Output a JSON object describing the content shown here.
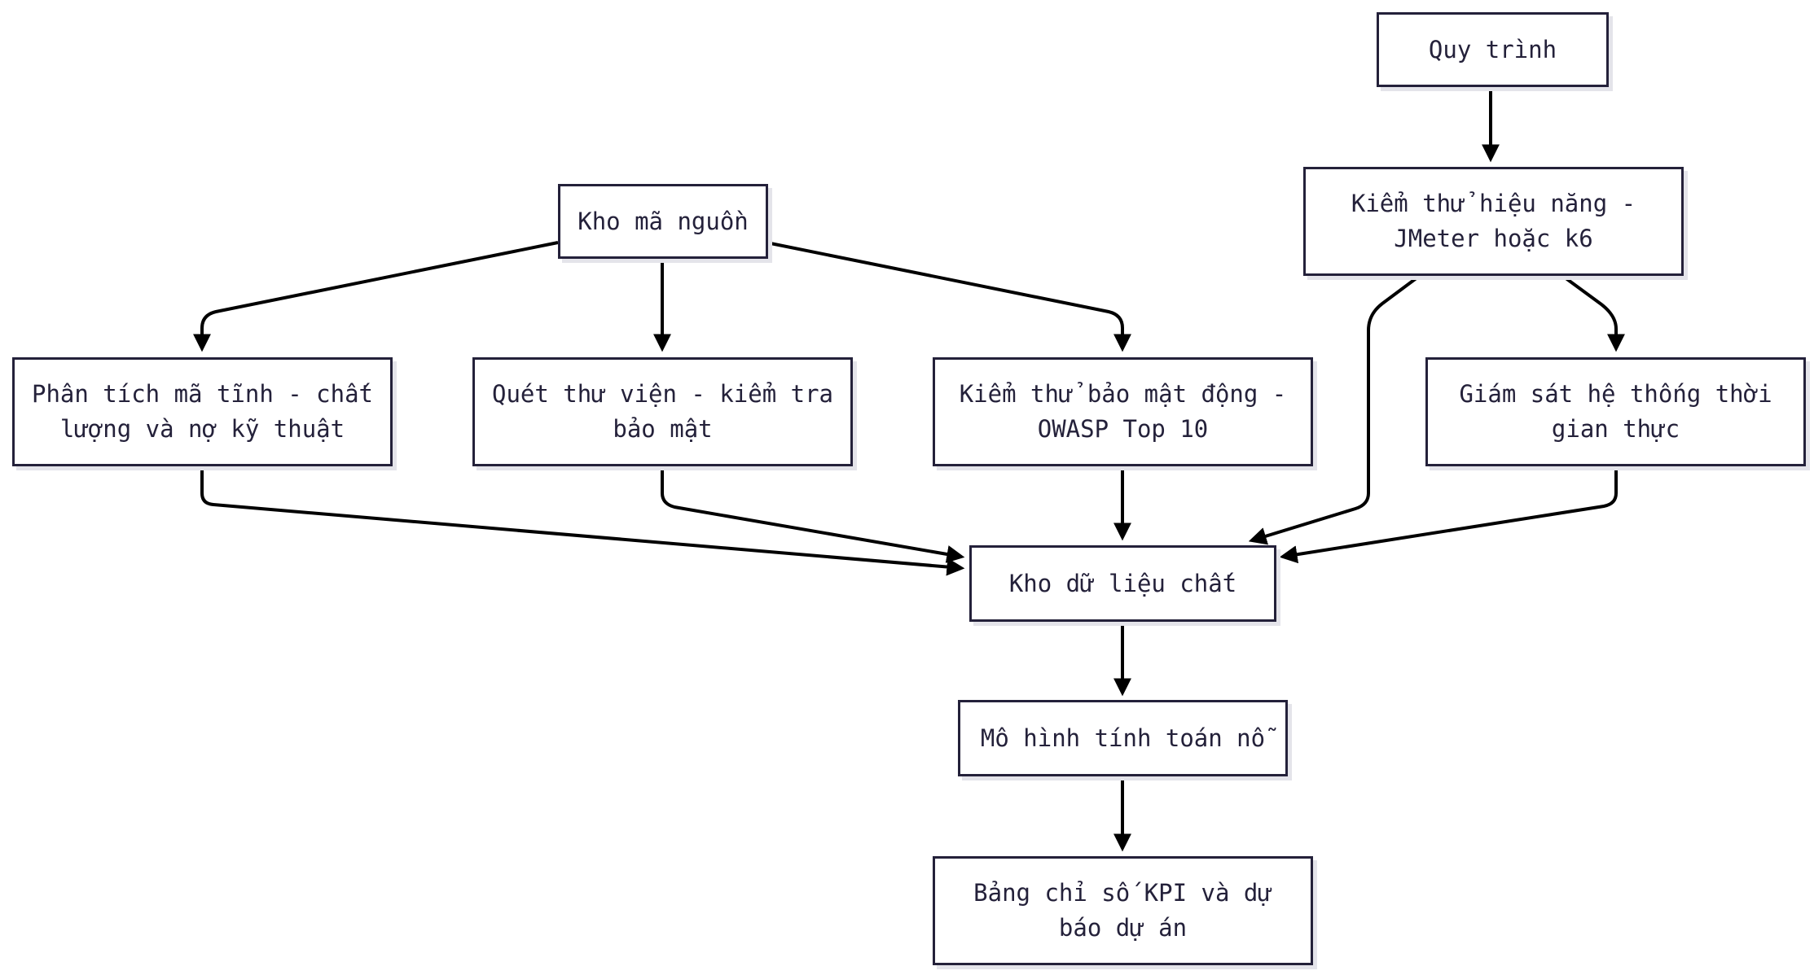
{
  "diagram": {
    "nodes": {
      "quy_trinh": "Quy trình",
      "kiem_thu_hieu_nang": "Kiểm thử hiệu năng - JMeter hoặc k6",
      "kho_ma_nguon": "Kho mã nguồn",
      "phan_tich_ma_tinh": "Phân tích mã tĩnh - chất lượng và nợ kỹ thuật",
      "quet_thu_vien": "Quét thư viện - kiểm tra bảo mật",
      "kiem_thu_bao_mat": "Kiểm thử bảo mật động - OWASP Top 10",
      "giam_sat": "Giám sát hệ thống thời gian thực",
      "kho_du_lieu": "Kho dữ liệu chất",
      "mo_hinh": "Mô hình tính toán nỗ",
      "bang_chi_so": "Bảng chỉ số KPI và dự báo dự án"
    },
    "edges": [
      {
        "from": "quy_trinh",
        "to": "kiem_thu_hieu_nang"
      },
      {
        "from": "kho_ma_nguon",
        "to": "phan_tich_ma_tinh"
      },
      {
        "from": "kho_ma_nguon",
        "to": "quet_thu_vien"
      },
      {
        "from": "kho_ma_nguon",
        "to": "kiem_thu_bao_mat"
      },
      {
        "from": "kiem_thu_hieu_nang",
        "to": "giam_sat"
      },
      {
        "from": "kiem_thu_hieu_nang",
        "to": "kho_du_lieu"
      },
      {
        "from": "phan_tich_ma_tinh",
        "to": "kho_du_lieu"
      },
      {
        "from": "quet_thu_vien",
        "to": "kho_du_lieu"
      },
      {
        "from": "kiem_thu_bao_mat",
        "to": "kho_du_lieu"
      },
      {
        "from": "giam_sat",
        "to": "kho_du_lieu"
      },
      {
        "from": "kho_du_lieu",
        "to": "mo_hinh"
      },
      {
        "from": "mo_hinh",
        "to": "bang_chi_so"
      }
    ]
  }
}
